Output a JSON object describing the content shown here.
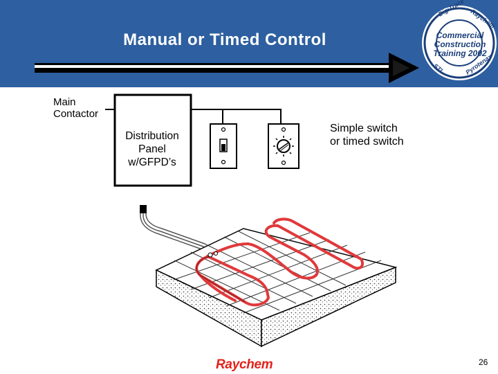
{
  "slide": {
    "title": "Manual or Timed Control",
    "page_number": "26",
    "brand": "Raychem"
  },
  "badge": {
    "lines": [
      "Commercial",
      "Construction",
      "Training 2002"
    ],
    "ring_text": [
      "DigiTrace",
      "Raychem",
      "STI",
      "Pyrotenax"
    ]
  },
  "diagram": {
    "main_contactor_label": [
      "Main",
      "Contactor"
    ],
    "panel_label": [
      "Distribution",
      "Panel",
      "w/GFPD’s"
    ],
    "switch_label": [
      "Simple switch",
      "or timed switch"
    ]
  },
  "colors": {
    "header": "#2e5fa0",
    "heating_cable": "#e0393b",
    "brand": "#e2231a",
    "badge_blue": "#1b3f7a"
  }
}
